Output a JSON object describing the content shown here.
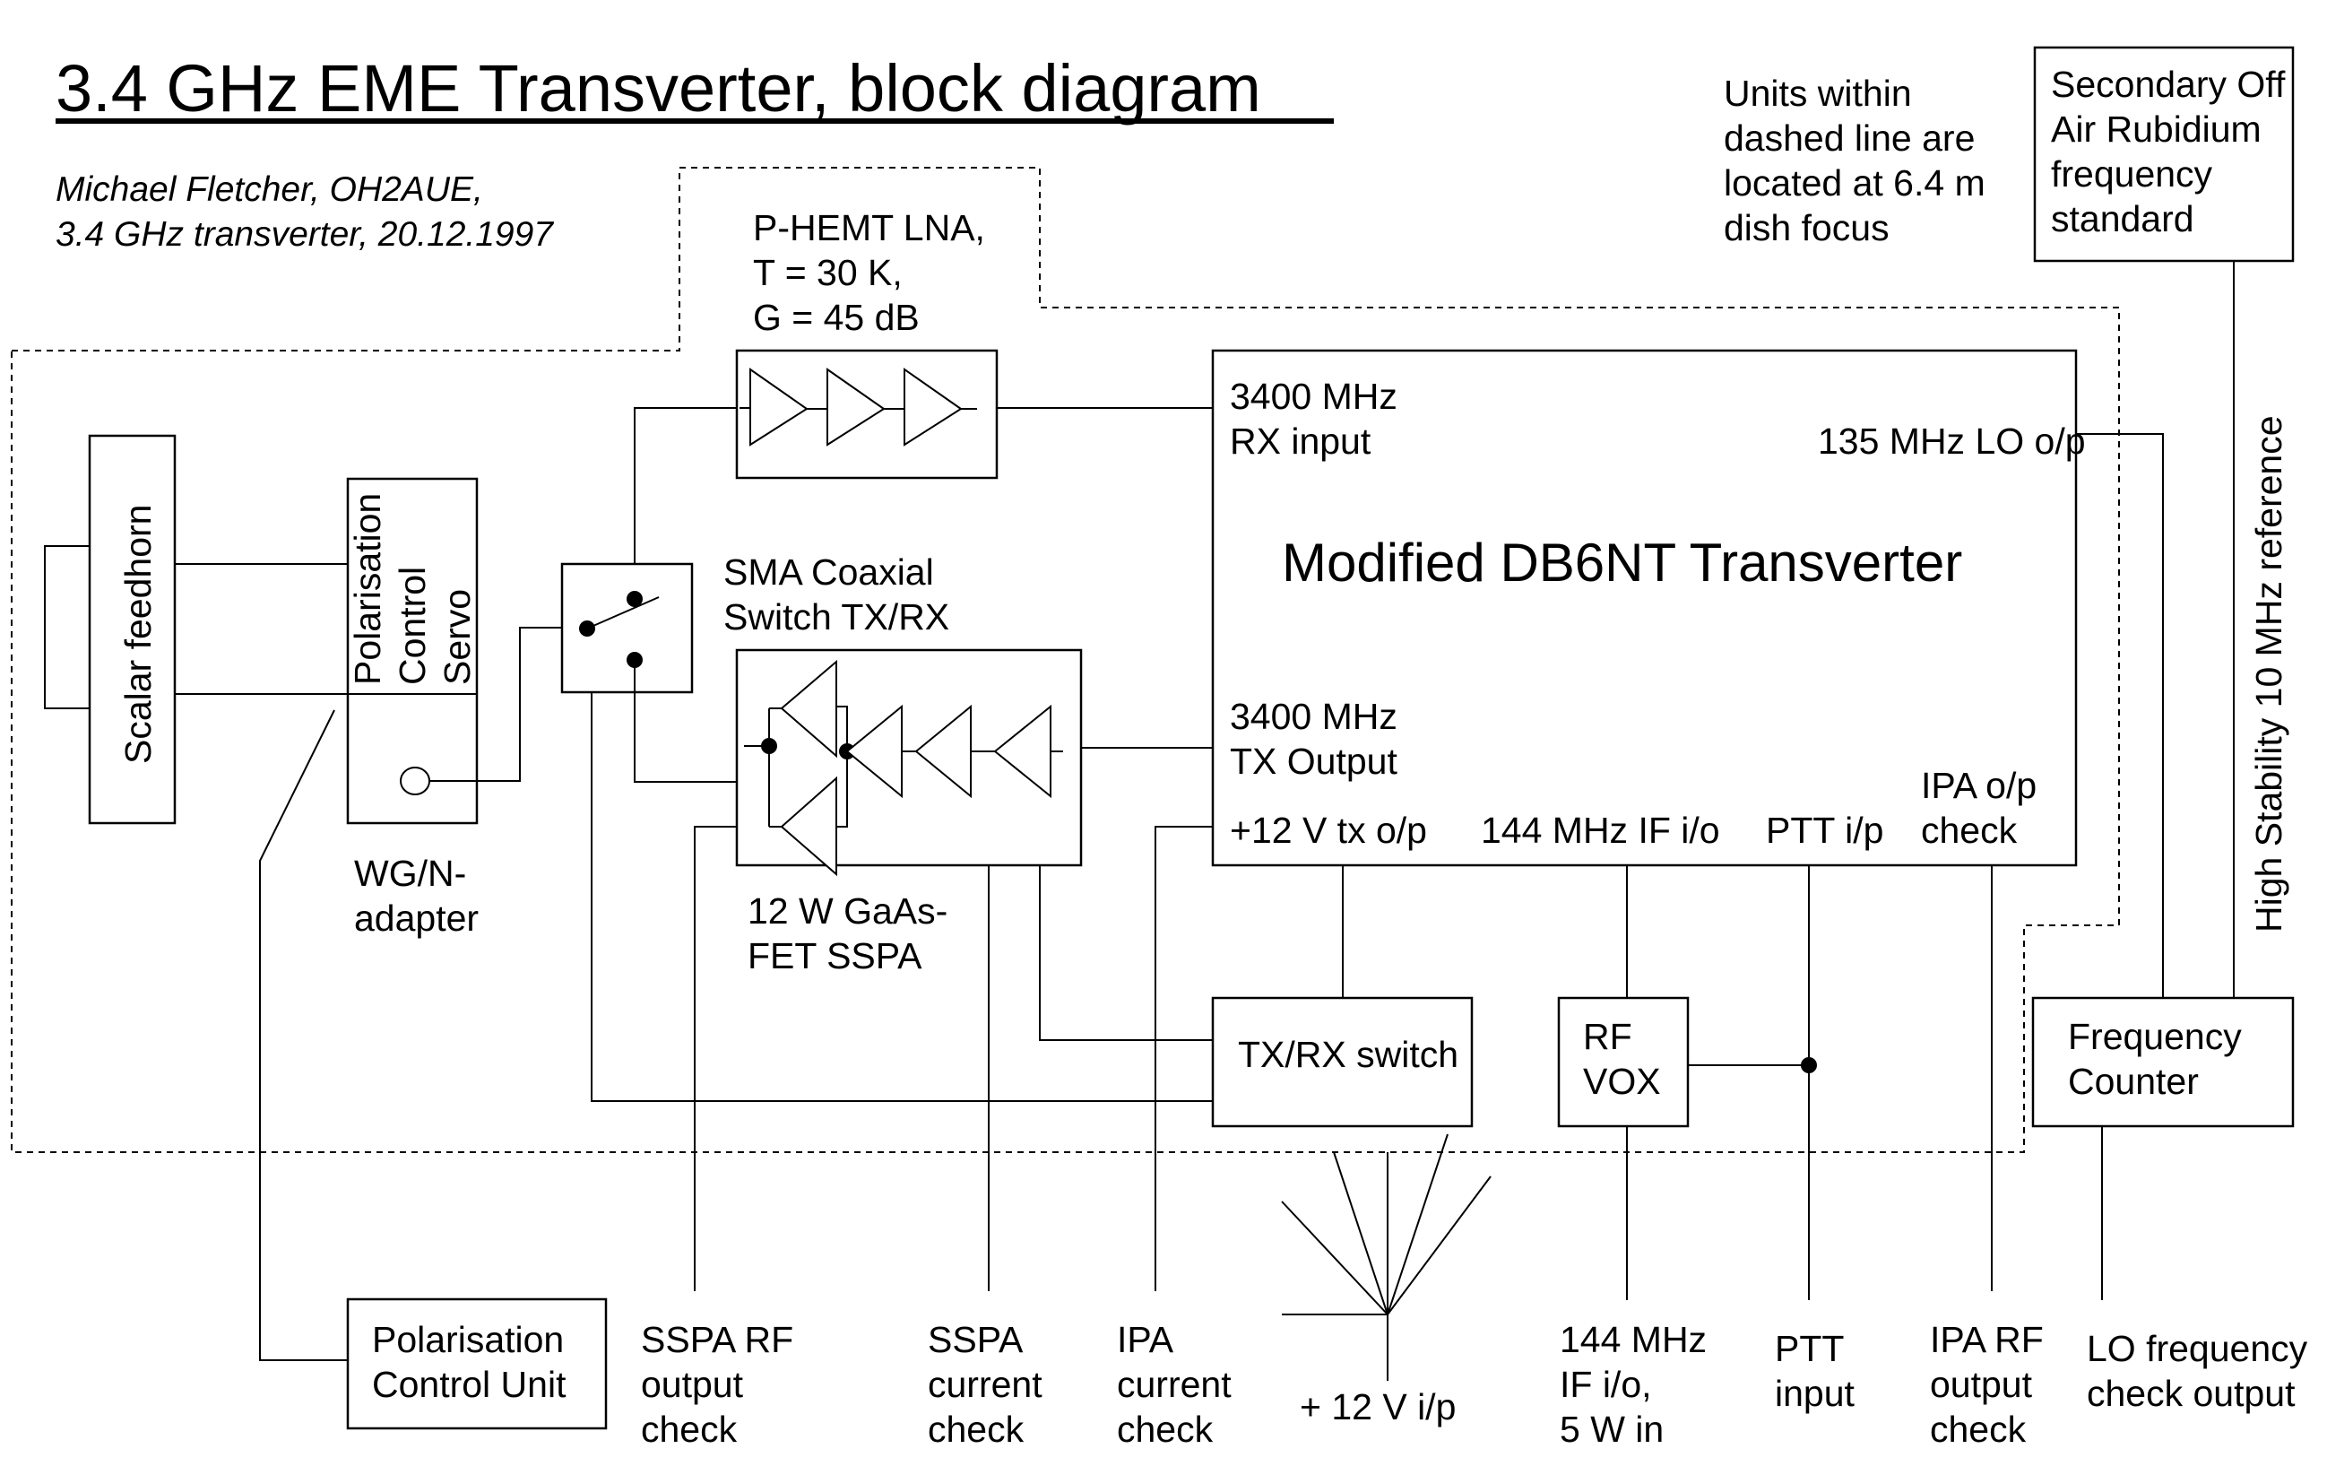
{
  "header": {
    "title": "3.4 GHz EME Transverter, block diagram",
    "author_line1": "Michael Fletcher, OH2AUE,",
    "author_line2": "3.4 GHz transverter, 20.12.1997"
  },
  "note": {
    "lines": [
      "Units within",
      "dashed line are",
      "located at 6.4 m",
      "dish focus"
    ]
  },
  "blocks": {
    "lna": {
      "lines": [
        "P-HEMT LNA,",
        "T = 30 K,",
        "G = 45 dB"
      ]
    },
    "feedhorn": {
      "label": "Scalar feedhorn"
    },
    "pol_servo": {
      "lines": [
        "Polarisation",
        "Control",
        "Servo"
      ]
    },
    "wg_adapter": {
      "lines": [
        "WG/N-",
        "adapter"
      ]
    },
    "coax_switch": {
      "lines": [
        "SMA Coaxial",
        "Switch TX/RX"
      ]
    },
    "sspa": {
      "lines": [
        "12 W GaAs-",
        "FET SSPA"
      ]
    },
    "transverter": {
      "title": "Modified DB6NT Transverter",
      "rx_input": [
        "3400 MHz",
        "RX input"
      ],
      "tx_output": [
        "3400 MHz",
        "TX Output"
      ],
      "lo_out": "135 MHz LO o/p",
      "v12_tx": "+12 V tx o/p",
      "if_io": "144 MHz IF i/o",
      "ptt_in": "PTT i/p",
      "ipa_check": [
        "IPA o/p",
        "check"
      ]
    },
    "txrx_switch": {
      "label": "TX/RX switch"
    },
    "rf_vox": {
      "lines": [
        "RF",
        "VOX"
      ]
    },
    "freq_counter": {
      "lines": [
        "Frequency",
        "Counter"
      ]
    },
    "rubidium": {
      "lines": [
        "Secondary Off",
        "Air Rubidium",
        "frequency",
        "standard"
      ]
    },
    "pol_control_unit": {
      "lines": [
        "Polarisation",
        "Control Unit"
      ]
    },
    "ref_label": "High Stability 10 MHz reference"
  },
  "outputs": {
    "sspa_rf": [
      "SSPA RF",
      "output",
      "check"
    ],
    "sspa_current": [
      "SSPA",
      "current",
      "check"
    ],
    "ipa_current": [
      "IPA",
      "current",
      "check"
    ],
    "v12_in": "+ 12 V i/p",
    "if_in": [
      "144 MHz",
      "IF i/o,",
      "5 W in"
    ],
    "ptt_input": [
      "PTT",
      "input"
    ],
    "ipa_rf": [
      "IPA RF",
      "output",
      "check"
    ],
    "lo_check": [
      "LO frequency",
      "check output"
    ]
  }
}
